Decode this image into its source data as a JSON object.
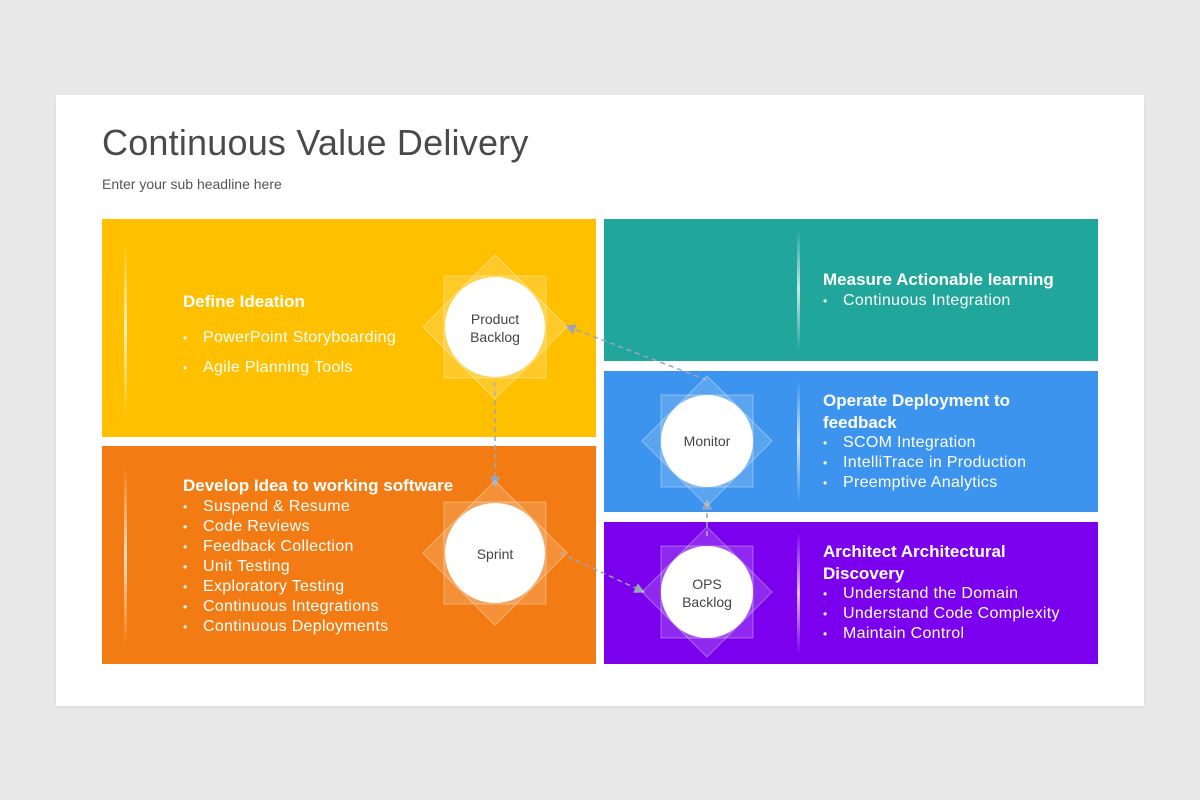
{
  "title": "Continuous Value Delivery",
  "subtitle": "Enter your sub headline here",
  "colors": {
    "yellow": "#ffc000",
    "orange": "#f27c13",
    "teal": "#20a69a",
    "blue": "#3c94ee",
    "purple": "#7a00ee",
    "background": "#e9e8e9"
  },
  "panels": {
    "define": {
      "heading": "Define Ideation",
      "items": [
        "PowerPoint Storyboarding",
        "Agile Planning Tools"
      ]
    },
    "develop": {
      "heading": "Develop Idea to working software",
      "items": [
        "Suspend & Resume",
        "Code Reviews",
        "Feedback Collection",
        "Unit Testing",
        "Exploratory Testing",
        "Continuous Integrations",
        "Continuous Deployments"
      ]
    },
    "measure": {
      "heading": "Measure Actionable learning",
      "items": [
        "Continuous Integration"
      ]
    },
    "operate": {
      "heading": "Operate Deployment to feedback",
      "items": [
        "SCOM Integration",
        "IntelliTrace in Production",
        "Preemptive Analytics"
      ]
    },
    "architect": {
      "heading": "Architect Architectural Discovery",
      "items": [
        "Understand the Domain",
        "Understand Code Complexity",
        "Maintain Control"
      ]
    }
  },
  "nodes": {
    "product_backlog": [
      "Product",
      "Backlog"
    ],
    "sprint": [
      "Sprint"
    ],
    "monitor": [
      "Monitor"
    ],
    "ops_backlog": [
      "OPS",
      "Backlog"
    ]
  }
}
